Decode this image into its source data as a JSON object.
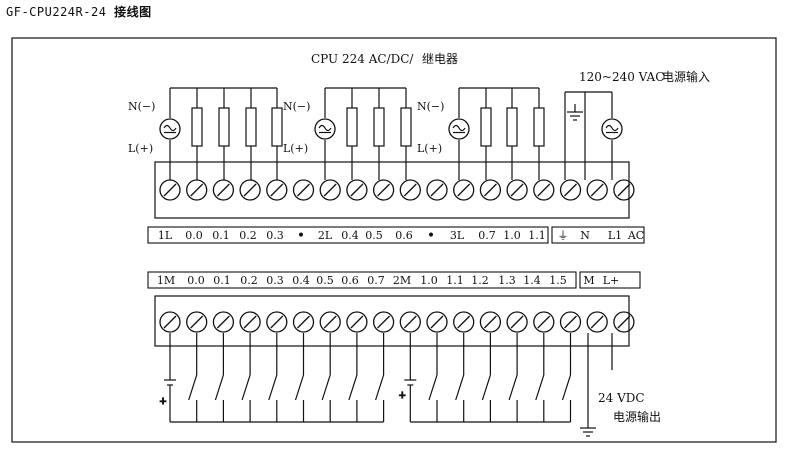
{
  "title": {
    "code": "GF-CPU224R-24",
    "name": "接线图"
  },
  "header": {
    "model": "CPU 224 AC/DC/",
    "type": "继电器",
    "power_in_range": "120~240 VAC",
    "power_in_label": "电源输入"
  },
  "phase_labels": {
    "neutral": "N(−)",
    "line": "L(+)"
  },
  "output_terminals": [
    "1L",
    "0.0",
    "0.1",
    "0.2",
    "0.3",
    "•",
    "2L",
    "0.4",
    "0.5",
    "0.6",
    "•",
    "3L",
    "0.7",
    "1.0",
    "1.1"
  ],
  "power_terminals": [
    "⏚",
    "N",
    "L1",
    "AC"
  ],
  "input_terminals": [
    "1M",
    "0.0",
    "0.1",
    "0.2",
    "0.3",
    "0.4",
    "0.5",
    "0.6",
    "0.7",
    "2M",
    "1.0",
    "1.1",
    "1.2",
    "1.3",
    "1.4",
    "1.5"
  ],
  "sensor_power_terminals": [
    "M",
    "L+"
  ],
  "sensor_supply": {
    "voltage": "24 VDC",
    "label": "电源输出"
  },
  "polarity": {
    "plus": "+"
  }
}
